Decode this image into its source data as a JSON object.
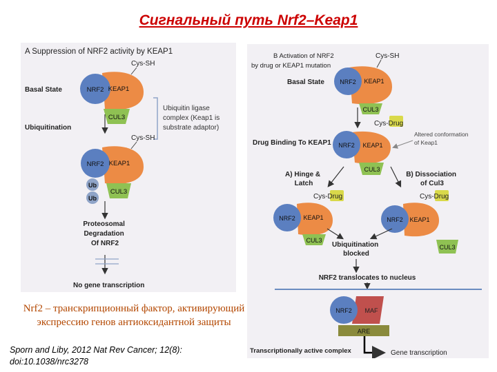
{
  "title": "Сигнальный путь Nrf2–Keap1",
  "colors": {
    "nrf2": "#5b7fc0",
    "keap1": "#ec8b45",
    "cul3": "#8fc153",
    "ub": "#8fa4c8",
    "drug": "#d9d94a",
    "maf": "#c0504d",
    "are": "#8a8a3c",
    "title": "#cc0000",
    "desc": "#b34700"
  },
  "panel_a": {
    "heading": "A  Suppression of NRF2 activity by KEAP1",
    "basal_state": "Basal State",
    "ubiquitination": "Ubiquitination",
    "cys_sh_1": "Cys-SH",
    "cys_sh_2": "Cys-SH",
    "nrf2": "NRF2",
    "keap1": "KEAP1",
    "cul3": "CUL3",
    "ub": "Ub",
    "ligase_note": [
      "Ubiquitin ligase",
      "complex (Keap1 is",
      "substrate adaptor)"
    ],
    "degradation": [
      "Proteosomal",
      "Degradation",
      "Of NRF2"
    ],
    "no_transcription": "No gene transcription"
  },
  "panel_b": {
    "heading": [
      "B Activation of NRF2",
      "by drug or KEAP1 mutation"
    ],
    "basal_state": "Basal State",
    "cys_sh": "Cys-SH",
    "cys_drug": "Cys-Drug",
    "drug_binding": "Drug Binding To KEAP1",
    "altered_note": [
      "Altered conformation",
      "of Keap1"
    ],
    "hinge_latch": [
      "A) Hinge &",
      "Latch"
    ],
    "dissociation": [
      "B) Dissociation",
      "of Cul3"
    ],
    "ub_blocked": [
      "Ubiquitination",
      "blocked"
    ],
    "translocates": "NRF2 translocates to nucleus",
    "maf": "MAF",
    "are": "ARE",
    "active_complex": "Transcriptionally active complex",
    "gene_transcription": "Gene transcription",
    "nrf2": "NRF2",
    "keap1": "KEAP1",
    "cul3": "CUL3"
  },
  "description": [
    "Nrf2 – транскрипционный фактор, активирующий",
    "экспрессию генов антиоксидантной защиты"
  ],
  "citation": [
    "Sporn and Liby, 2012 Nat Rev Cancer; 12(8):",
    "doi:10.1038/nrc3278"
  ]
}
